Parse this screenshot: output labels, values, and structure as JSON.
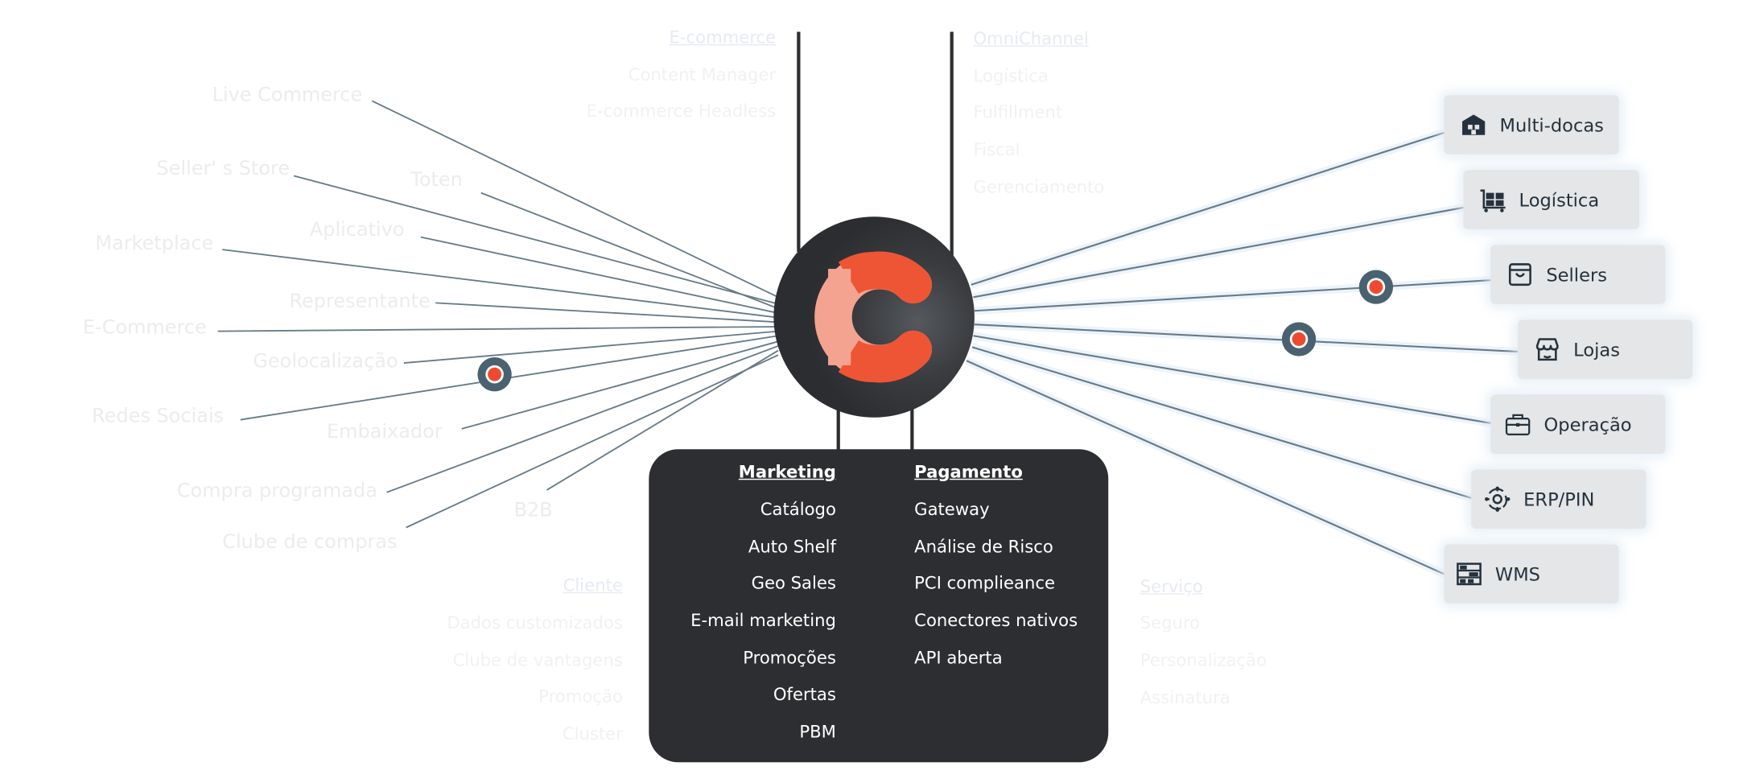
{
  "colors": {
    "accent": "#ef4a2f",
    "dark": "#2d2e31",
    "connector": "#667a86",
    "card": "#e4e6e7"
  },
  "top": {
    "ecommerce": {
      "title": "E-commerce",
      "items": [
        "Content Manager",
        "E-commerce Headless"
      ]
    },
    "omnichannel": {
      "title": "OmniChannel",
      "items": [
        "Logística",
        "Fulfillment",
        "Fiscal",
        "Gerenciamento"
      ]
    }
  },
  "channels": [
    "Live Commerce",
    "Seller' s Store",
    "Toten",
    "Aplicativo",
    "Marketplace",
    "Representante",
    "E-Commerce",
    "Geolocalização",
    "Redes Sociais",
    "Embaixador",
    "Compra programada",
    "B2B",
    "Clube de compras"
  ],
  "center": {
    "logo_icon": "c-logo-icon",
    "marketing": {
      "title": "Marketing",
      "items": [
        "Catálogo",
        "Auto Shelf",
        "Geo Sales",
        "E-mail marketing",
        "Promoções",
        "Ofertas",
        "PBM"
      ]
    },
    "pagamento": {
      "title": "Pagamento",
      "items": [
        "Gateway",
        "Análise de Risco",
        "PCI complieance",
        "Conectores nativos",
        "API aberta"
      ]
    }
  },
  "bottom": {
    "cliente": {
      "title": "Cliente",
      "items": [
        "Dados customizados",
        "Clube de vantagens",
        "Promoção",
        "Cluster"
      ]
    },
    "servico": {
      "title": "Serviço",
      "items": [
        "Seguro",
        "Personalização",
        "Assinatura"
      ]
    }
  },
  "integrations": [
    {
      "label": "Multi-docas",
      "icon": "warehouse-icon"
    },
    {
      "label": "Logística",
      "icon": "cart-boxes-icon"
    },
    {
      "label": "Sellers",
      "icon": "shopping-bag-icon"
    },
    {
      "label": "Lojas",
      "icon": "storefront-icon"
    },
    {
      "label": "Operação",
      "icon": "briefcase-icon"
    },
    {
      "label": "ERP/PIN",
      "icon": "gear-network-icon"
    },
    {
      "label": "WMS",
      "icon": "shelves-icon"
    }
  ]
}
